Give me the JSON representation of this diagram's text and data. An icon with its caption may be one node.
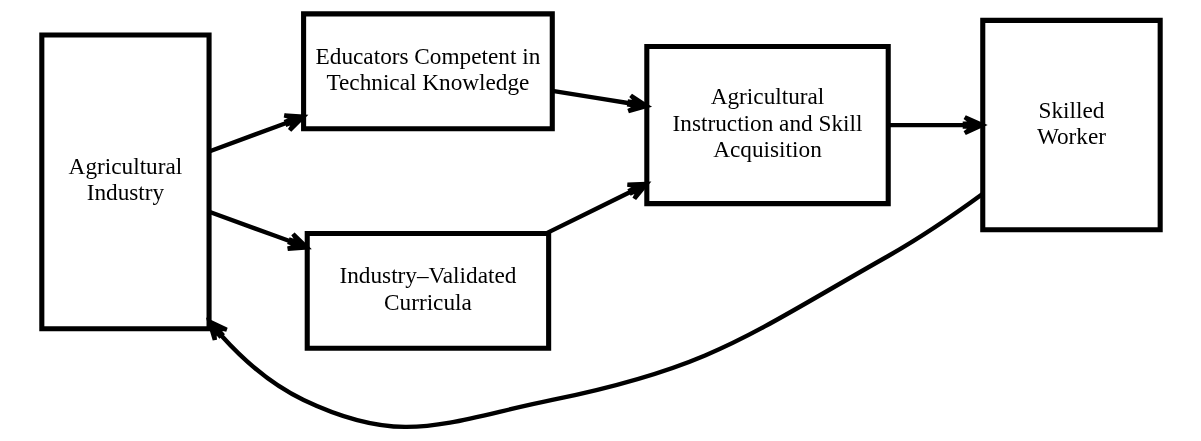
{
  "diagram": {
    "nodes": [
      {
        "text": [
          "Agricultural Industry"
        ]
      },
      {
        "text": [
          "Educators Competent in Technical Knowledge"
        ]
      },
      {
        "text": [
          "Industry–Validated Curricula"
        ]
      },
      {
        "text": [
          "Agricultural Instruction and Skill Acquisition"
        ]
      },
      {
        "text": [
          "Skilled Worker"
        ]
      }
    ],
    "edges": [
      {
        "from": 0,
        "to": 1,
        "arrow": "to"
      },
      {
        "from": 0,
        "to": 2,
        "arrow": "to"
      },
      {
        "from": 1,
        "to": 3,
        "arrow": "to"
      },
      {
        "from": 2,
        "to": 3,
        "arrow": "to"
      },
      {
        "from": 3,
        "to": 4,
        "arrow": "to"
      },
      {
        "from": 4,
        "to": 0,
        "arrow": "to"
      }
    ]
  }
}
